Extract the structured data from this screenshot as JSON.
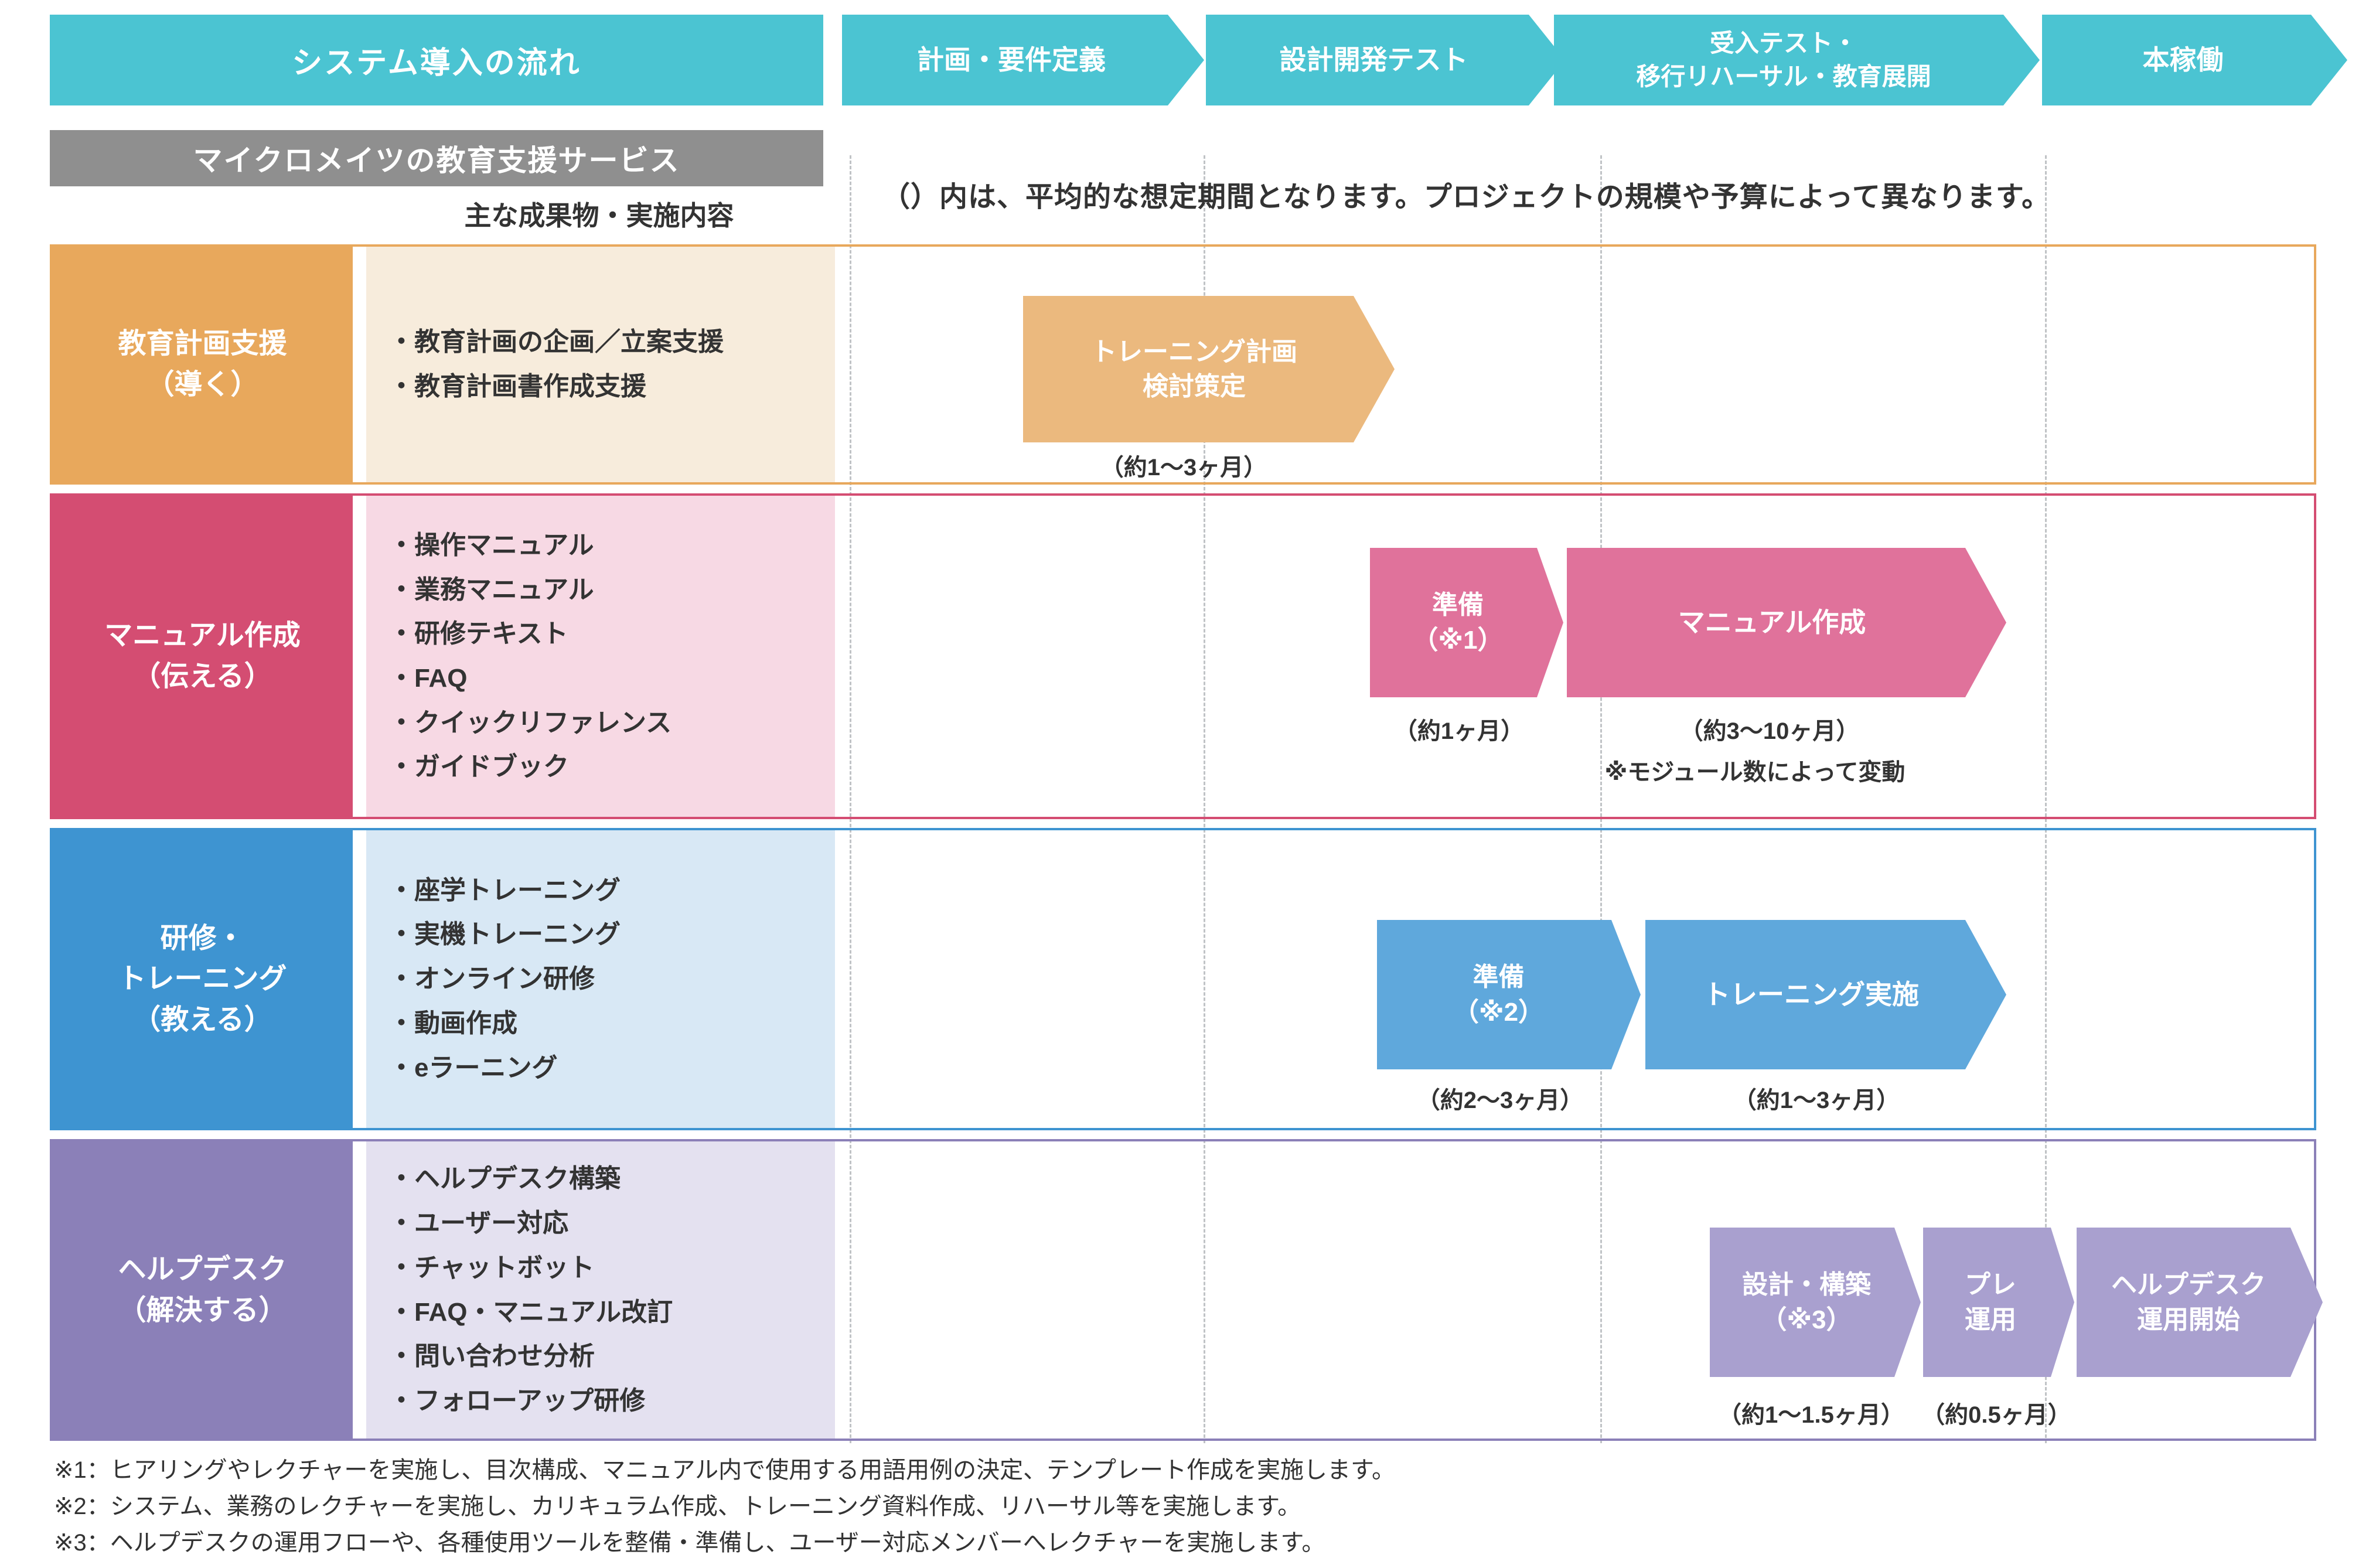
{
  "header": {
    "flow_title": "システム導入の流れ",
    "phases": [
      {
        "label": "計画・要件定義"
      },
      {
        "label": "設計開発テスト"
      },
      {
        "label_line1": "受入テスト・",
        "label_line2": "移行リハーサル・教育展開"
      },
      {
        "label": "本稼働"
      }
    ]
  },
  "subheader": {
    "service_title": "マイクロメイツの教育支援サービス",
    "deliverables_heading": "主な成果物・実施内容",
    "period_note": "（）内は、平均的な想定期間となります。プロジェクトの規模や予算によって異なります。"
  },
  "rows": [
    {
      "label_line1": "教育計画支援",
      "label_line2": "（導く）",
      "bullets": [
        "・教育計画の企画／立案支援",
        "・教育計画書作成支援"
      ],
      "arrow1_line1": "トレーニング計画",
      "arrow1_line2": "検討策定",
      "caption1": "（約1～3ヶ月）"
    },
    {
      "label_line1": "マニュアル作成",
      "label_line2": "（伝える）",
      "bullets": [
        "・操作マニュアル",
        "・業務マニュアル",
        "・研修テキスト",
        "・FAQ",
        "・クイックリファレンス",
        "・ガイドブック"
      ],
      "arrow1_line1": "準備",
      "arrow1_line2": "（※1）",
      "caption1": "（約1ヶ月）",
      "arrow2": "マニュアル作成",
      "caption2": "（約3～10ヶ月）",
      "caption2_note": "※モジュール数によって変動"
    },
    {
      "label_line1": "研修・",
      "label_line2": "トレーニング",
      "label_line3": "（教える）",
      "bullets": [
        "・座学トレーニング",
        "・実機トレーニング",
        "・オンライン研修",
        "・動画作成",
        "・eラーニング"
      ],
      "arrow1_line1": "準備",
      "arrow1_line2": "（※2）",
      "caption1": "（約2～3ヶ月）",
      "arrow2": "トレーニング実施",
      "caption2": "（約1～3ヶ月）"
    },
    {
      "label_line1": "ヘルプデスク",
      "label_line2": "（解決する）",
      "bullets": [
        "・ヘルプデスク構築",
        "・ユーザー対応",
        "・チャットボット",
        "・FAQ・マニュアル改訂",
        "・問い合わせ分析",
        "・フォローアップ研修"
      ],
      "arrow1_line1": "設計・構築",
      "arrow1_line2": "（※3）",
      "caption1": "（約1～1.5ヶ月）",
      "arrow2_line1": "プレ",
      "arrow2_line2": "運用",
      "caption2": "（約0.5ヶ月）",
      "arrow3_line1": "ヘルプデスク",
      "arrow3_line2": "運用開始"
    }
  ],
  "footnotes": [
    "※1：ヒアリングやレクチャーを実施し、目次構成、マニュアル内で使用する用語用例の決定、テンプレート作成を実施します。",
    "※2：システム、業務のレクチャーを実施し、カリキュラム作成、トレーニング資料作成、リハーサル等を実施します。",
    "※3：ヘルプデスクの運用フローや、各種使用ツールを整備・準備し、ユーザー対応メンバーへレクチャーを実施します。"
  ],
  "colors": {
    "teal": "#4BC4D2",
    "gray_bar": "#8F8F8F",
    "text_dark": "#333333",
    "gridline": "#c0c3c6",
    "orange": "#E8A85C",
    "orange_arrow": "#EBB97E",
    "orange_light": "#F7ECDC",
    "pink": "#D44D72",
    "pink_arrow": "#E0729B",
    "pink_light": "#F7D9E4",
    "blue": "#3E94D1",
    "blue_arrow": "#5FA8DC",
    "blue_light": "#D8E8F5",
    "purple": "#8B80B8",
    "purple_arrow": "#A9A0CF",
    "purple_light": "#E4E1F0"
  }
}
